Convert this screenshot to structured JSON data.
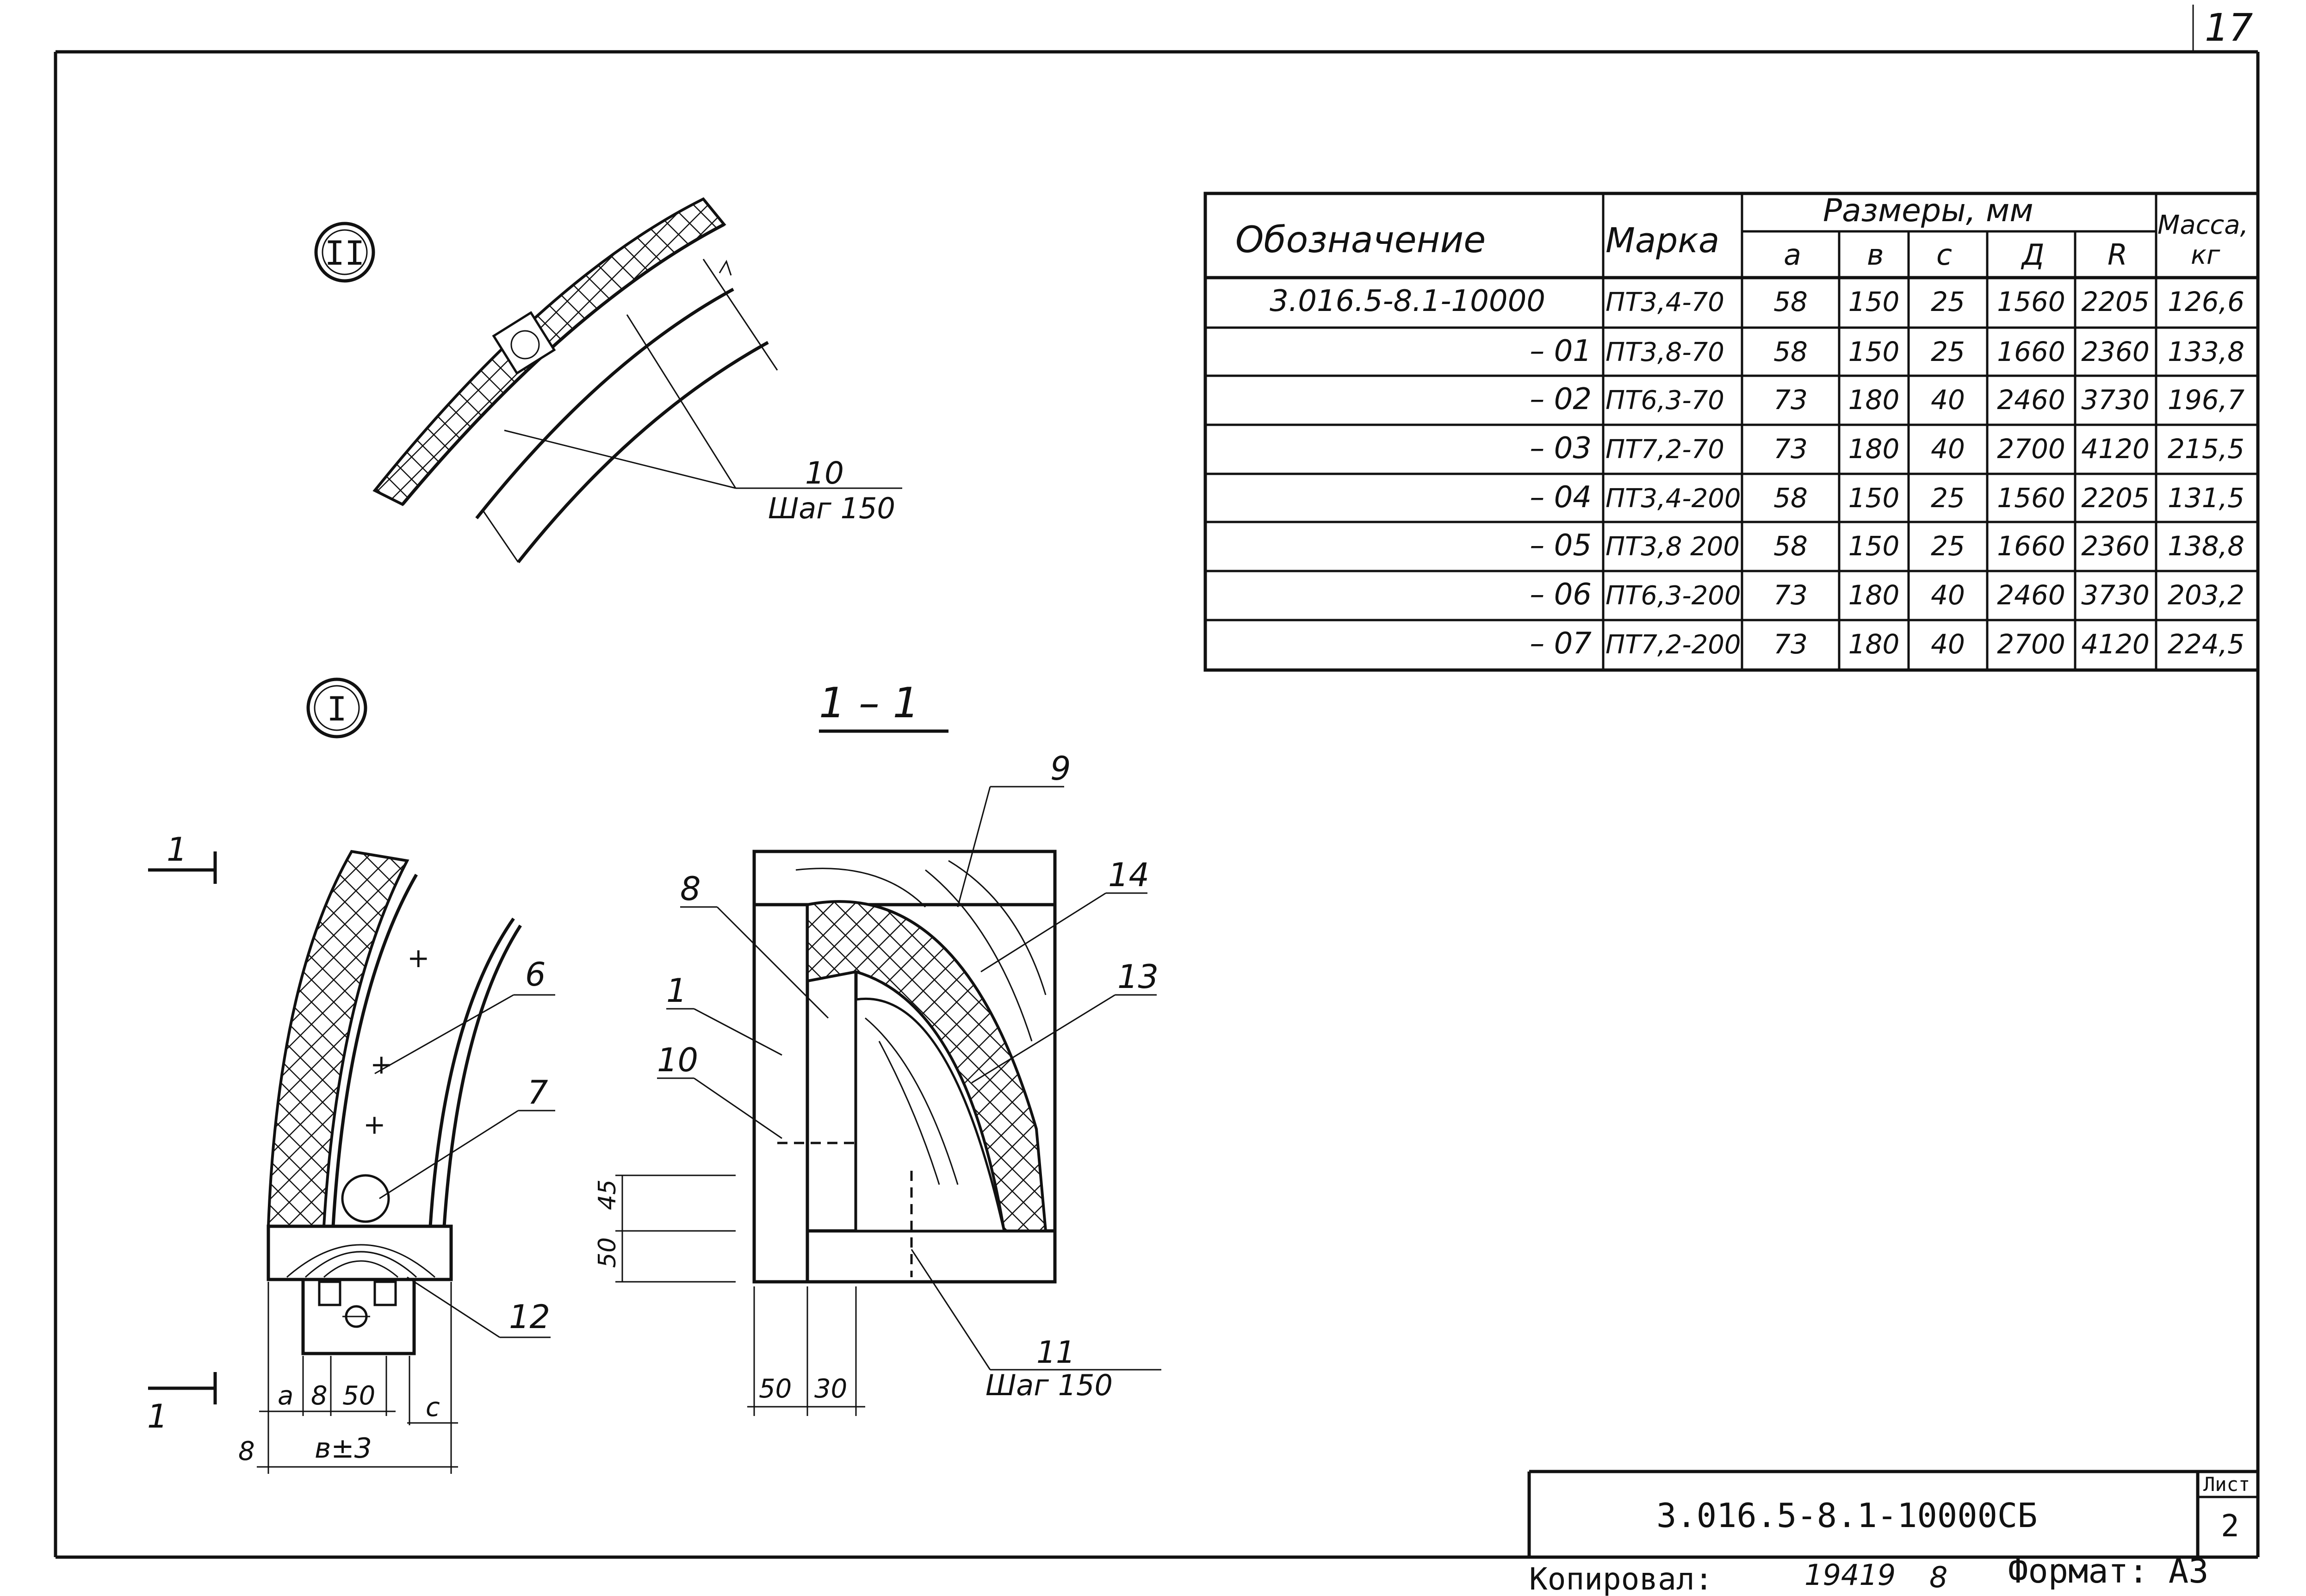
{
  "sheet_number_top": "17",
  "table": {
    "headers": {
      "designation": "Обозначение",
      "mark": "Марка",
      "sizes_group": "Размеры, мм",
      "a": "a",
      "b": "в",
      "c": "с",
      "d": "Д",
      "r": "R",
      "mass_line1": "Масса,",
      "mass_line2": "кг"
    },
    "rows": [
      {
        "designation": "3.016.5-8.1-10000",
        "mark": "ПТ3,4-70",
        "a": "58",
        "b": "150",
        "c": "25",
        "d": "1560",
        "r": "2205",
        "mass": "126,6"
      },
      {
        "designation": "– 01",
        "mark": "ПТ3,8-70",
        "a": "58",
        "b": "150",
        "c": "25",
        "d": "1660",
        "r": "2360",
        "mass": "133,8"
      },
      {
        "designation": "– 02",
        "mark": "ПТ6,3-70",
        "a": "73",
        "b": "180",
        "c": "40",
        "d": "2460",
        "r": "3730",
        "mass": "196,7"
      },
      {
        "designation": "– 03",
        "mark": "ПТ7,2-70",
        "a": "73",
        "b": "180",
        "c": "40",
        "d": "2700",
        "r": "4120",
        "mass": "215,5"
      },
      {
        "designation": "– 04",
        "mark": "ПТ3,4-200",
        "a": "58",
        "b": "150",
        "c": "25",
        "d": "1560",
        "r": "2205",
        "mass": "131,5"
      },
      {
        "designation": "– 05",
        "mark": "ПТ3,8 200",
        "a": "58",
        "b": "150",
        "c": "25",
        "d": "1660",
        "r": "2360",
        "mass": "138,8"
      },
      {
        "designation": "– 06",
        "mark": "ПТ6,3-200",
        "a": "73",
        "b": "180",
        "c": "40",
        "d": "2460",
        "r": "3730",
        "mass": "203,2"
      },
      {
        "designation": "– 07",
        "mark": "ПТ7,2-200",
        "a": "73",
        "b": "180",
        "c": "40",
        "d": "2700",
        "r": "4120",
        "mass": "224,5"
      }
    ]
  },
  "detail_II": {
    "marker": "II",
    "callout_num": "10",
    "callout_step": "Шаг 150"
  },
  "detail_I": {
    "marker": "I",
    "section_mark": "1",
    "labels": {
      "n6": "6",
      "n7": "7",
      "n12": "12"
    },
    "dims": {
      "a": "a",
      "eight": "8",
      "fifty": "50",
      "c": "с",
      "eight_left": "8",
      "b_tol": "в±3"
    }
  },
  "section_1_1": {
    "title": "1 – 1",
    "labels": {
      "n1": "1",
      "n8": "8",
      "n9": "9",
      "n10": "10",
      "n11": "11",
      "n13": "13",
      "n14": "14"
    },
    "step": "Шаг 150",
    "dims": {
      "d50_vert": "50",
      "d45": "45",
      "d50_horiz": "50",
      "d30": "30"
    }
  },
  "title_block": {
    "code": "3.016.5-8.1-10000СБ",
    "sheet_label": "Лист",
    "sheet_value": "2"
  },
  "footer": {
    "copied_label": "Копировал:",
    "copied_number": "19419",
    "copied_suffix": "8",
    "format_label": "Формат: А3"
  }
}
